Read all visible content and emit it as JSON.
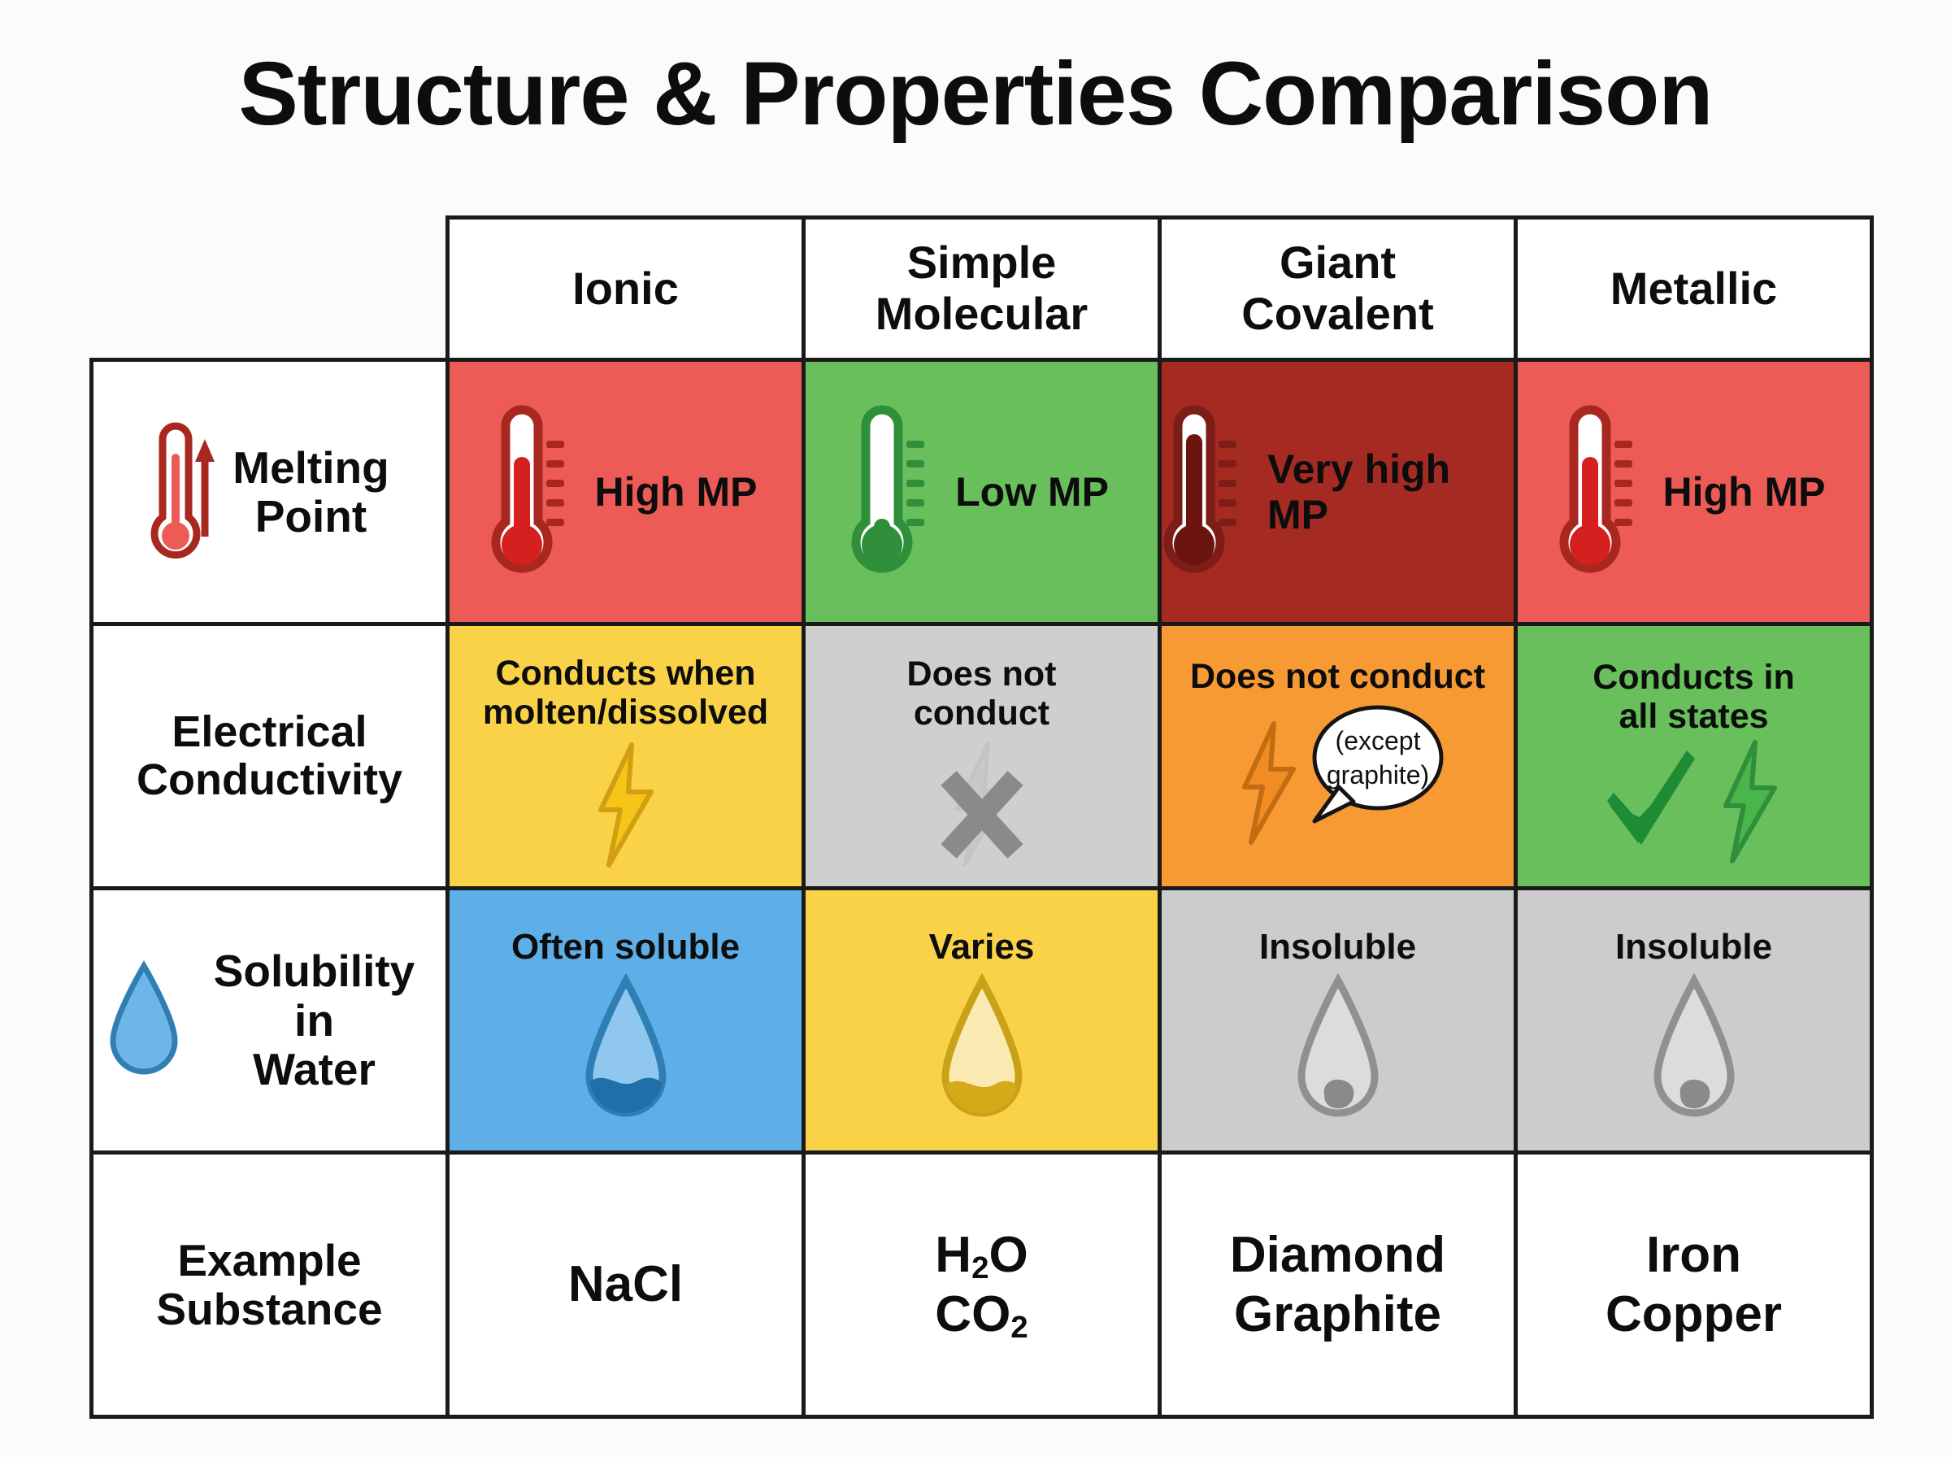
{
  "title": "Structure & Properties Comparison",
  "table": {
    "corner_label": "",
    "columns": [
      {
        "id": "ionic",
        "label": "Ionic"
      },
      {
        "id": "simple-molecular",
        "label": "Simple\nMolecular",
        "line1": "Simple",
        "line2": "Molecular"
      },
      {
        "id": "giant-covalent",
        "label": "Giant\nCovalent",
        "line1": "Giant",
        "line2": "Covalent"
      },
      {
        "id": "metallic",
        "label": "Metallic"
      }
    ],
    "rows": [
      {
        "id": "melting-point",
        "label_line1": "Melting",
        "label_line2": "Point",
        "icon": "thermometer-icon",
        "cells": [
          {
            "text": "High MP",
            "icon": "thermometer-icon",
            "bg": "#ec5b55",
            "fill_level": "high",
            "accent": "#d61f1f",
            "outline": "#a82820"
          },
          {
            "text": "Low MP",
            "icon": "thermometer-icon",
            "bg": "#69bf5c",
            "fill_level": "low",
            "accent": "#2f8f3a",
            "outline": "#2f8f3a"
          },
          {
            "text": "Very high MP",
            "icon": "thermometer-icon",
            "bg": "#a52a22",
            "fill_level": "very-high",
            "accent": "#6b1410",
            "outline": "#7d1d17"
          },
          {
            "text": "High MP",
            "icon": "thermometer-icon",
            "bg": "#ec5b55",
            "fill_level": "high",
            "accent": "#d61f1f",
            "outline": "#a82820"
          }
        ]
      },
      {
        "id": "electrical-conductivity",
        "label_line1": "Electrical",
        "label_line2": "Conductivity",
        "icon": "",
        "cells": [
          {
            "text": "Conducts when\nmolten/dissolved",
            "line1": "Conducts when",
            "line2": "molten/dissolved",
            "icons": [
              "lightning-bolt-icon"
            ],
            "bg": "#fad247",
            "bolt_color": "#f5c518",
            "bolt_edge": "#d39f12"
          },
          {
            "text": "Does not\nconduct",
            "line1": "Does not",
            "line2": "conduct",
            "icons": [
              "lightning-bolt-icon",
              "cross-icon"
            ],
            "bg": "#cfcfcf",
            "bolt_color": "#c2c2c2",
            "cross_color": "#8a8a8a"
          },
          {
            "text": "Does not conduct",
            "line1": "Does not conduct",
            "line2": "",
            "note": "(except graphite)",
            "note_line1": "(except",
            "note_line2": "graphite)",
            "icons": [
              "lightning-bolt-icon",
              "speech-bubble-icon"
            ],
            "bg": "#f79a33",
            "bolt_color": "#f08c22",
            "bolt_edge": "#c26d12"
          },
          {
            "text": "Conducts in\nall states",
            "line1": "Conducts in",
            "line2": "all states",
            "icons": [
              "check-mark-icon",
              "lightning-bolt-icon"
            ],
            "bg": "#69bf5c",
            "check_color": "#1e8c35",
            "bolt_color": "#49b54a",
            "bolt_edge": "#2f8f3a"
          }
        ]
      },
      {
        "id": "solubility-in-water",
        "label_line1": "Solubility in",
        "label_line2": "Water",
        "icon": "water-drop-icon",
        "cells": [
          {
            "text": "Often soluble",
            "icon": "water-drop-icon",
            "bg": "#5eafe8",
            "drop_outline": "#2f7fb5",
            "drop_body": "#8fc7ee",
            "drop_fill": "#1f6fa8",
            "fill_level": "half"
          },
          {
            "text": "Varies",
            "icon": "water-drop-icon",
            "bg": "#fad247",
            "drop_outline": "#c9a218",
            "drop_body": "#faeab2",
            "drop_fill": "#d4aa18",
            "fill_level": "half"
          },
          {
            "text": "Insoluble",
            "icon": "water-drop-icon",
            "bg": "#cccccc",
            "drop_outline": "#909090",
            "drop_body": "#dcdcdc",
            "drop_fill": "#8a8a8a",
            "fill_level": "blob"
          },
          {
            "text": "Insoluble",
            "icon": "water-drop-icon",
            "bg": "#cccccc",
            "drop_outline": "#909090",
            "drop_body": "#dcdcdc",
            "drop_fill": "#8a8a8a",
            "fill_level": "blob"
          }
        ]
      },
      {
        "id": "example-substance",
        "label_line1": "Example",
        "label_line2": "Substance",
        "icon": "",
        "cells": [
          {
            "line1": "NaCl",
            "line2": "",
            "bg": "#ffffff"
          },
          {
            "line1": "H2O",
            "line2": "CO2",
            "bg": "#ffffff",
            "formula": true
          },
          {
            "line1": "Diamond",
            "line2": "Graphite",
            "bg": "#ffffff"
          },
          {
            "line1": "Iron",
            "line2": "Copper",
            "bg": "#ffffff"
          }
        ]
      }
    ]
  },
  "colors": {
    "page_background": "#fbfbf9",
    "border": "#1a1a1a",
    "text": "#0d0d0d",
    "red": "#ec5b55",
    "green": "#69bf5c",
    "dark_red": "#a52a22",
    "yellow": "#fad247",
    "gray": "#cfcfcf",
    "orange": "#f79a33",
    "blue": "#5eafe8"
  }
}
